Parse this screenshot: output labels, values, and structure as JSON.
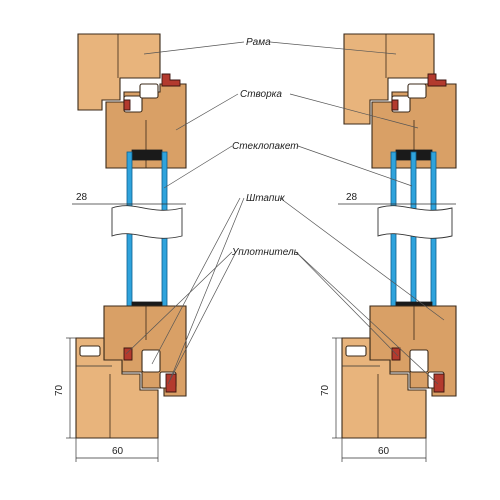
{
  "labels": {
    "frame": "Рама",
    "sash": "Створка",
    "glazing": "Стеклопакет",
    "bead": "Штапик",
    "seal": "Уплотнитель"
  },
  "dimensions": {
    "glass_left": "28",
    "glass_right": "28",
    "height_left": "70",
    "height_right": "70",
    "width_left": "60",
    "width_right": "60"
  },
  "colors": {
    "wood": "#e8b47c",
    "glass": "#2fa3dc",
    "seal": "#b33a2e"
  }
}
